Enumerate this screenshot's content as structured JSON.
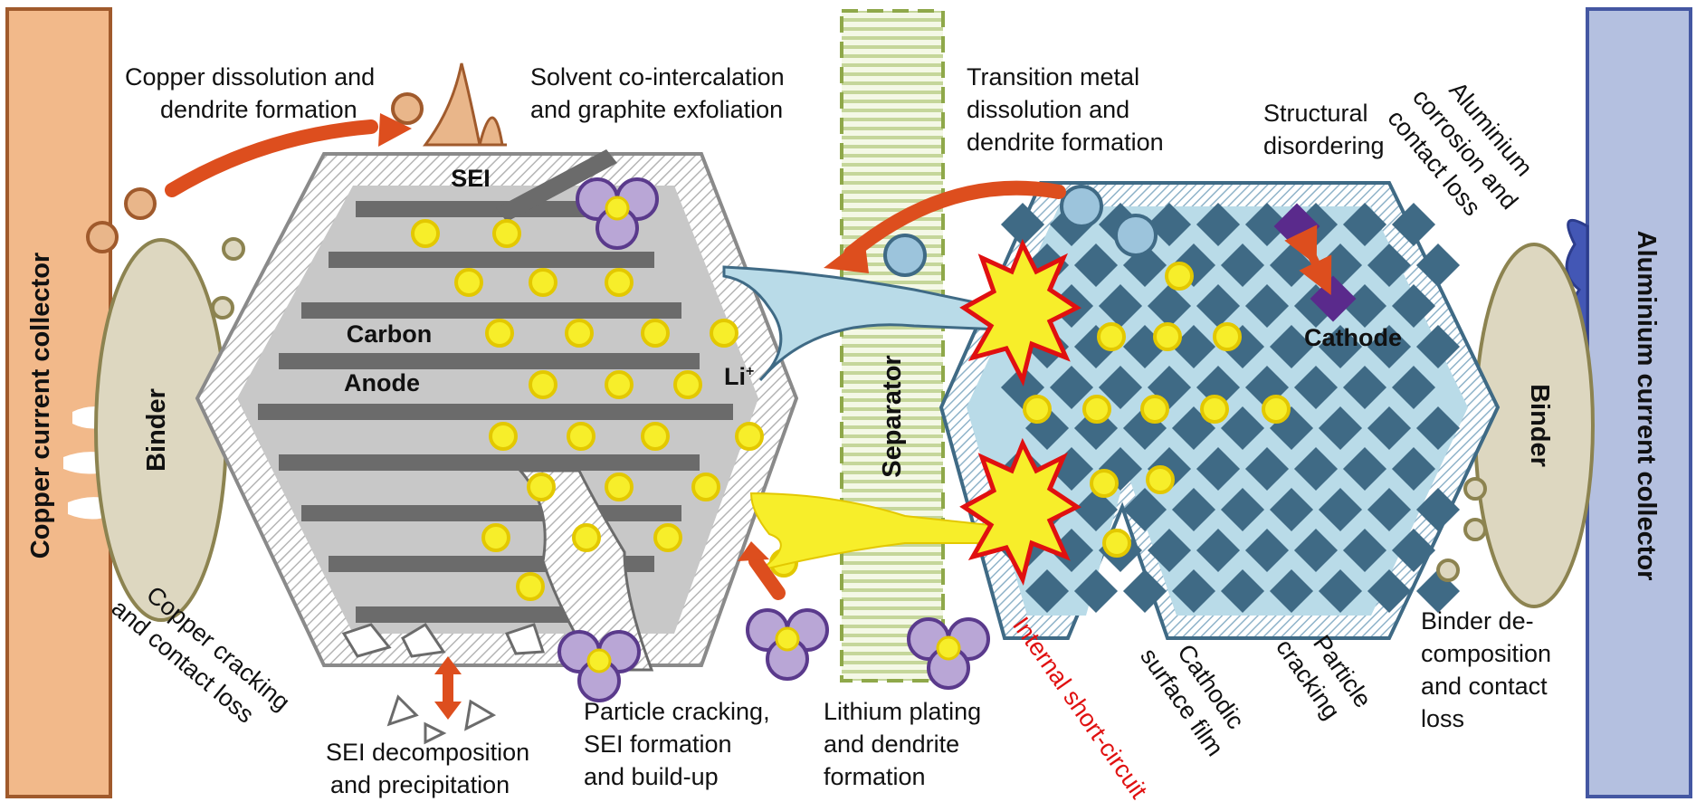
{
  "colors": {
    "copper_collector": "#f2b98a",
    "copper_border": "#a05a2c",
    "aluminium_collector": "#b4c0e0",
    "aluminium_border": "#4457a2",
    "binder": "#ddd7c0",
    "binder_border": "#8c8350",
    "binder_text": "#8c8350",
    "separator": "#8fa84a",
    "anode_layer": "#6b6b6b",
    "anode_fill": "#c8c8c8",
    "cathode_fill": "#b9dbe8",
    "cathode_diamond": "#3f6a85",
    "lithium": "#f7ee2a",
    "solvent": "#b9a6d6",
    "arrow": "#dd4e1e",
    "short_circuit": "#e01010",
    "aluminium_corrosion": "#4357b5"
  },
  "collectors": {
    "copper": "Copper current collector",
    "aluminium": "Aluminium current collector"
  },
  "components": {
    "binder_left": "Binder",
    "binder_right": "Binder",
    "sei": "SEI",
    "carbon": "Carbon",
    "anode": "Anode",
    "li_ion": "Li",
    "li_ion_charge": "+",
    "separator": "Separator",
    "cathode": "Cathode"
  },
  "annotations": {
    "copper_dissolution": [
      "Copper dissolution and",
      "dendrite formation"
    ],
    "solvent_cointercalation": [
      "Solvent co-intercalation",
      "and graphite exfoliation"
    ],
    "transition_metal": [
      "Transition metal",
      "dissolution and",
      "dendrite formation"
    ],
    "structural_disordering": [
      "Structural",
      "disordering"
    ],
    "aluminium_corrosion": [
      "Aluminium",
      "corrosion and",
      "contact loss"
    ],
    "copper_cracking": [
      "Copper cracking",
      "and contact loss"
    ],
    "sei_decomposition": [
      "SEI decomposition",
      "and precipitation"
    ],
    "particle_cracking_sei": [
      "Particle cracking,",
      "SEI formation",
      "and build-up"
    ],
    "lithium_plating": [
      "Lithium plating",
      "and dendrite",
      "formation"
    ],
    "internal_short": "Internal short-circuit",
    "cathodic_film": [
      "Cathodic",
      "surface film"
    ],
    "particle_cracking": [
      "Particle",
      "cracking"
    ],
    "binder_decomposition": [
      "Binder de-",
      "composition",
      "and contact",
      "loss"
    ]
  }
}
